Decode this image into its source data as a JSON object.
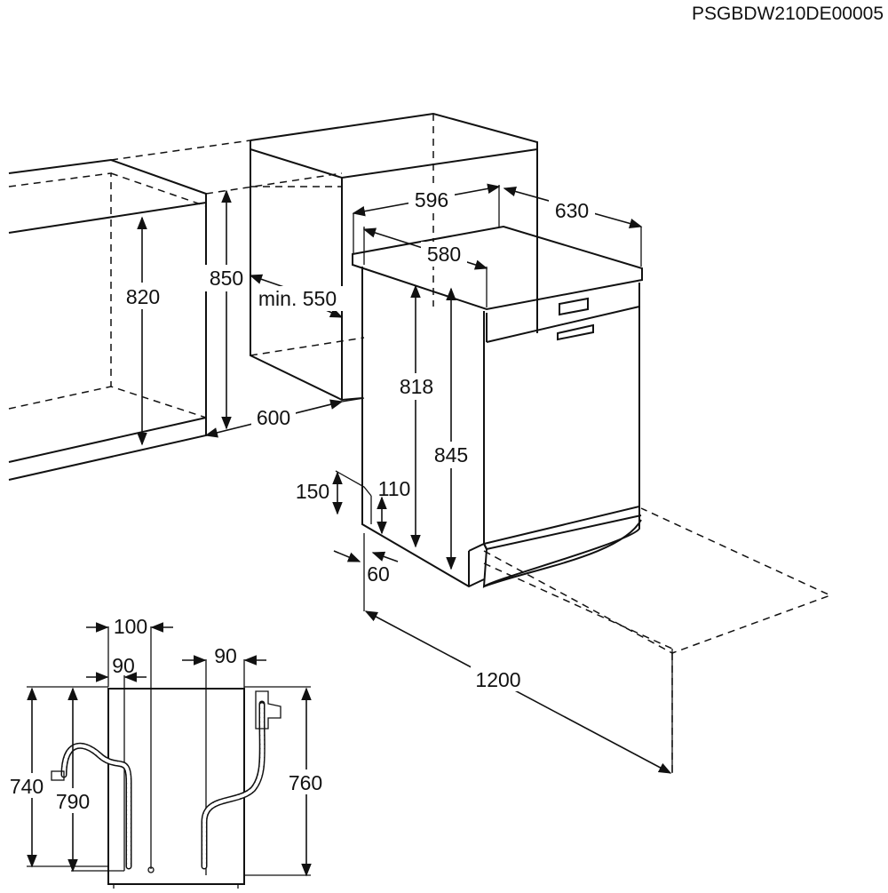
{
  "document_code": "PSGBDW210DE00005",
  "dimensions": {
    "niche_height": "820",
    "cabinet_height": "850",
    "min_depth": "min. 550",
    "niche_depth": "600",
    "appliance_width": "596",
    "appliance_depth": "630",
    "top_width": "580",
    "body_height": "818",
    "total_height": "845",
    "plinth_150": "150",
    "plinth_110": "110",
    "foot_60": "60",
    "door_open_depth": "1200",
    "rear_offset_100": "100",
    "rear_offset_90_left": "90",
    "rear_offset_90_right": "90",
    "rear_height_740": "740",
    "rear_height_790": "790",
    "rear_height_760": "760"
  }
}
